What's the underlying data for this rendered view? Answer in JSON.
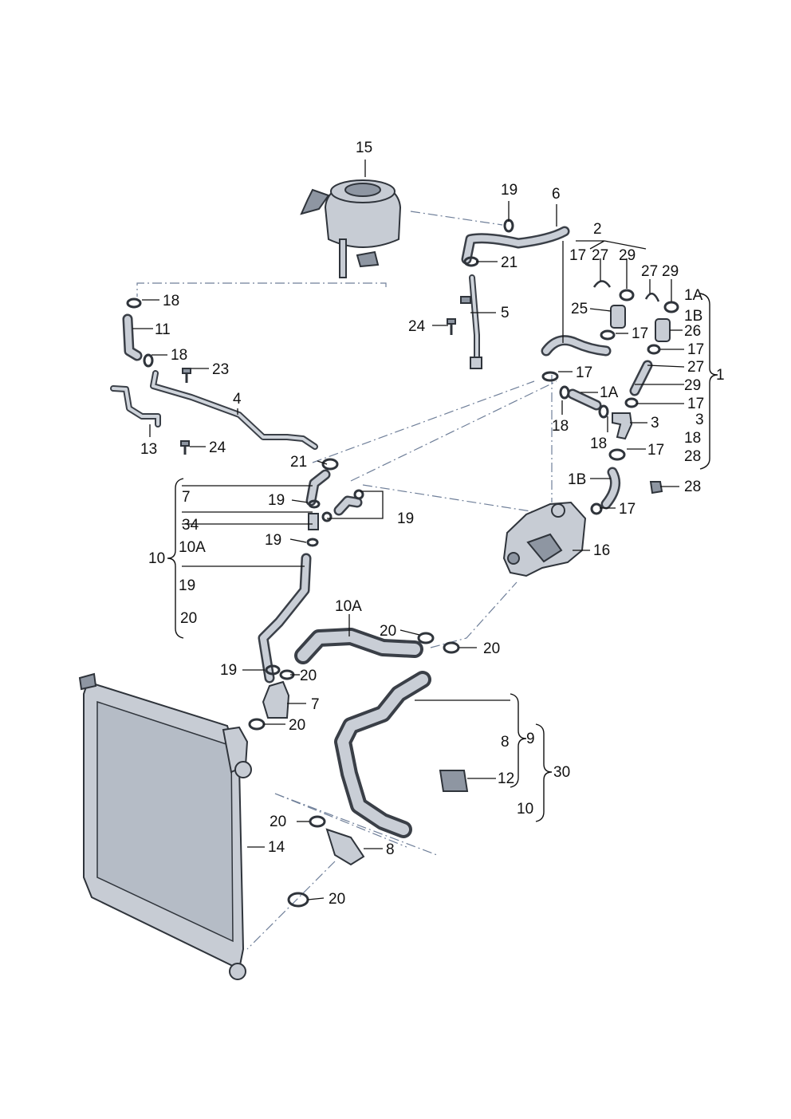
{
  "callouts": {
    "n15": "15",
    "n19a": "19",
    "n6": "6",
    "n2": "2",
    "n21a": "21",
    "n17a": "17",
    "n27a": "27",
    "n29a": "29",
    "n27b": "27",
    "n29b": "29",
    "n1A_r": "1A",
    "n1B_r": "1B",
    "n25": "25",
    "n17b": "17",
    "n26": "26",
    "n17c": "17",
    "n27c": "27",
    "n18a": "18",
    "n11": "11",
    "n5": "5",
    "n24a": "24",
    "n18b": "18",
    "n23": "23",
    "n17d": "17",
    "n1": "1",
    "n1A": "1A",
    "n29c": "29",
    "n17e": "17",
    "n3a": "3",
    "n3b": "3",
    "n18c": "18",
    "n18d": "18",
    "n18e": "18",
    "n17f": "17",
    "n28a": "28",
    "n4": "4",
    "n13": "13",
    "n24b": "24",
    "n21b": "21",
    "n1B": "1B",
    "n28b": "28",
    "n7a": "7",
    "n19b": "19",
    "n17g": "17",
    "n34": "34",
    "n19c": "19",
    "n19d": "19",
    "n10a": "10",
    "n10A": "10A",
    "n16": "16",
    "n19e": "19",
    "n20a": "20",
    "n10A_b": "10A",
    "n20b": "20",
    "n20c": "20",
    "n19f": "19",
    "n20d": "20",
    "n7b": "7",
    "n20e": "20",
    "n8a": "8",
    "n9": "9",
    "n30": "30",
    "n12": "12",
    "n10b": "10",
    "n20f": "20",
    "n14": "14",
    "n8b": "8",
    "n20g": "20"
  }
}
